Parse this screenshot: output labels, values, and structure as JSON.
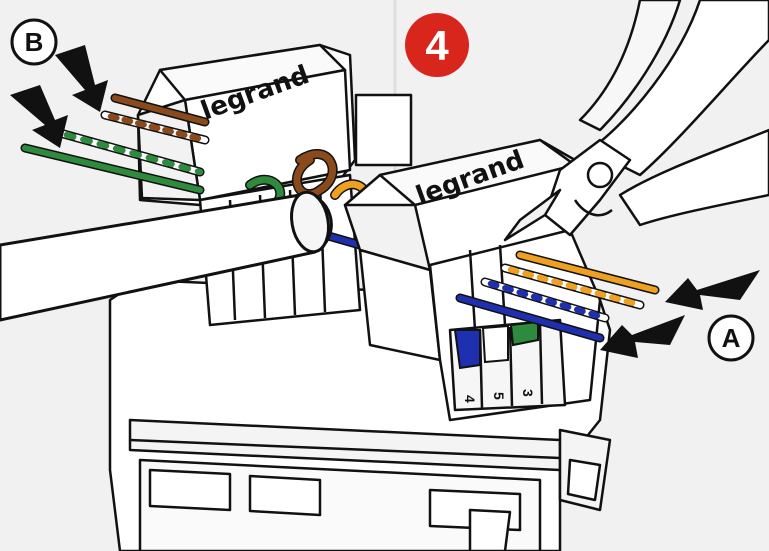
{
  "step": {
    "number": "4",
    "badge_color": "#d9261c"
  },
  "labels": {
    "a": "A",
    "b": "B"
  },
  "brand": {
    "left": "legrand",
    "right": "legrand"
  },
  "slots": [
    "4",
    "5",
    "3"
  ],
  "wire_colors": {
    "brown": "#8a4a1c",
    "green": "#2e8b3e",
    "orange": "#f0a020",
    "blue": "#1e2fb0"
  }
}
